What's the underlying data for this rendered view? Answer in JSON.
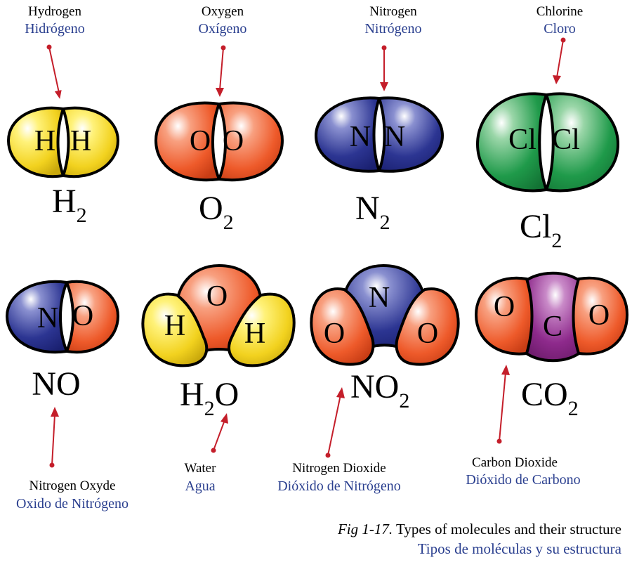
{
  "molecules": {
    "h2": {
      "label_en": "Hydrogen",
      "label_es": "Hidrógeno",
      "atom_left": "H",
      "atom_right": "H",
      "formula_main": "H",
      "formula_sub": "2"
    },
    "o2": {
      "label_en": "Oxygen",
      "label_es": "Oxígeno",
      "atom_left": "O",
      "atom_right": "O",
      "formula_main": "O",
      "formula_sub": "2"
    },
    "n2": {
      "label_en": "Nitrogen",
      "label_es": "Nitrógeno",
      "atom_left": "N",
      "atom_right": "N",
      "formula_main": "N",
      "formula_sub": "2"
    },
    "cl2": {
      "label_en": "Chlorine",
      "label_es": "Cloro",
      "atom_left": "Cl",
      "atom_right": "Cl",
      "formula_main": "Cl",
      "formula_sub": "2"
    },
    "no": {
      "label_en": "Nitrogen Oxyde",
      "label_es": "Oxido de Nitrógeno",
      "atom_left": "N",
      "atom_right": "O",
      "formula_main": "NO"
    },
    "h2o": {
      "label_en": "Water",
      "label_es": "Agua",
      "atom_top": "O",
      "atom_left": "H",
      "atom_right": "H",
      "formula_main": "H",
      "formula_sub": "2",
      "formula_tail": "O"
    },
    "no2": {
      "label_en": "Nitrogen Dioxide",
      "label_es": "Dióxido de Nitrógeno",
      "atom_top": "N",
      "atom_left": "O",
      "atom_right": "O",
      "formula_main": "NO",
      "formula_sub": "2"
    },
    "co2": {
      "label_en": "Carbon Dioxide",
      "label_es": "Dióxido de Carbono",
      "atom_center": "C",
      "atom_left": "O",
      "atom_right": "O",
      "formula_main": "CO",
      "formula_sub": "2"
    }
  },
  "caption": {
    "fig_number": "Fig 1-17.",
    "text_en": "Types of molecules and their structure",
    "text_es": "Tipos de moléculas y su estructura"
  },
  "colors": {
    "hydrogen": "#f2d21f",
    "oxygen": "#ee5a2a",
    "nitrogen": "#2c3592",
    "chlorine": "#1f9a4a",
    "carbon": "#8e2a8c",
    "arrow": "#c41e2a",
    "spanish_text": "#2a3f8f"
  }
}
